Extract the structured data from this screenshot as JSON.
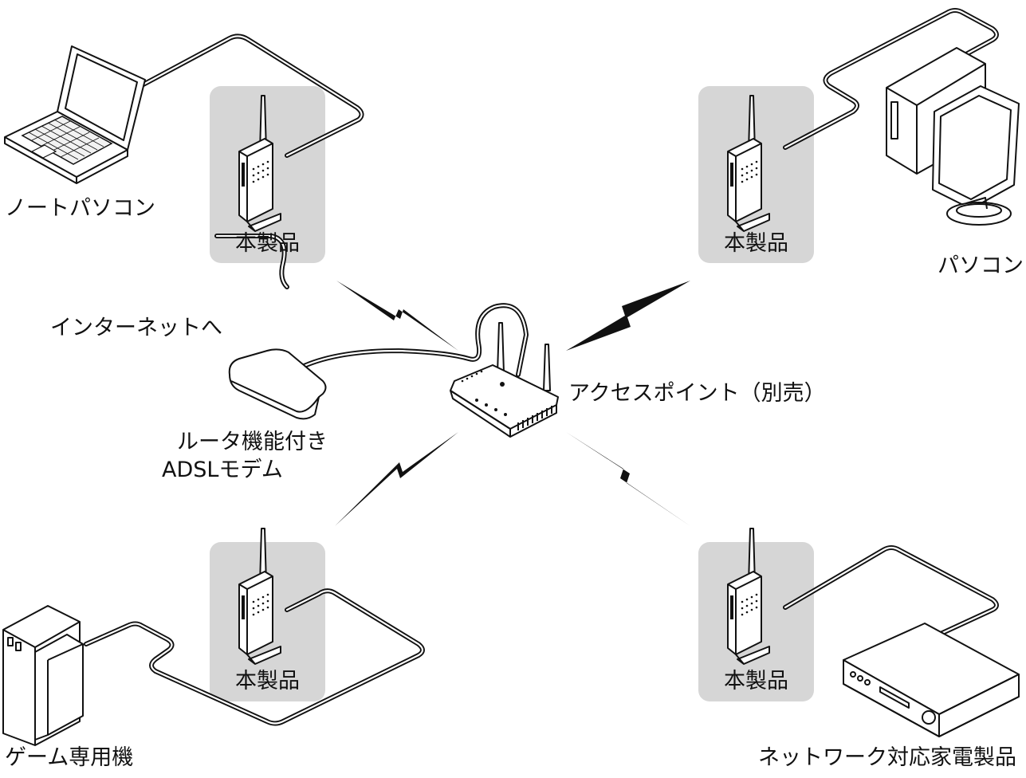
{
  "labels": {
    "laptop": "ノートパソコン",
    "desktop": "パソコン",
    "internet": "インターネットへ",
    "router_line1": "ルータ機能付き",
    "router_line2": "ADSLモデム",
    "access_point": "アクセスポイント（別売）",
    "game": "ゲーム専用機",
    "appliance": "ネットワーク対応家電製品",
    "product_tl": "本製品",
    "product_tr": "本製品",
    "product_bl": "本製品",
    "product_br": "本製品"
  },
  "colors": {
    "panel": "#d6d6d6",
    "line": "#111111"
  }
}
